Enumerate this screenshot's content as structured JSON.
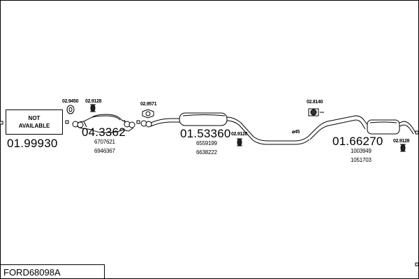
{
  "diagram": {
    "code": "FORD68098A",
    "not_available": [
      "NOT",
      "AVAILABLE"
    ],
    "parts": [
      {
        "id": "01.99930"
      },
      {
        "id": "04.3362",
        "refs": [
          "6707621",
          "6946367"
        ]
      },
      {
        "id": "01.53360",
        "refs": [
          "6559199",
          "6638222"
        ]
      },
      {
        "id": "01.66270",
        "refs": [
          "1003949",
          "1051703"
        ]
      }
    ],
    "accessories": [
      "02.9450",
      "02.9128",
      "02.9571",
      "02.9128",
      "02.8140",
      "02.9128"
    ],
    "pipe_diameter": "⌀45"
  }
}
